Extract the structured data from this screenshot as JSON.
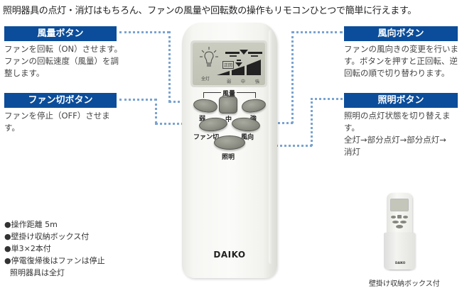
{
  "headline": "照明器具の点灯・消灯はもちろん、ファンの風量や回転数の操作もリモコンひとつで簡単に行えます。",
  "colors": {
    "banner": "#0b4d9a",
    "dotted_line": "#7aa3d1",
    "button": "#8c8e84"
  },
  "callouts": [
    {
      "id": "wind-volume",
      "title": "風量ボタン",
      "desc": [
        "ファンを回転（ON）させます。",
        "ファンの回転速度（風量）を調",
        "整します。"
      ]
    },
    {
      "id": "fan-off",
      "title": "ファン切ボタン",
      "desc": [
        "ファンを停止（OFF）させます。"
      ]
    },
    {
      "id": "wind-direction",
      "title": "風向ボタン",
      "desc": [
        "ファンの風向きの変更を行いま",
        "す。ボタンを押すと正回転、逆",
        "回転の順で切り替わります。"
      ]
    },
    {
      "id": "lighting",
      "title": "照明ボタン",
      "desc": [
        "照明の点灯状態を切り替えます。",
        "全灯→部分点灯→部分点灯→",
        "消灯"
      ]
    }
  ],
  "remote": {
    "brand": "DAIKO",
    "lcd": {
      "light_label": "全灯",
      "mode_label": "正回",
      "speed_labels": [
        "弱",
        "中",
        "強"
      ]
    },
    "group_label": "風量",
    "buttons": {
      "weak": "弱",
      "medium": "中",
      "strong": "強",
      "fan_off": "ファン切",
      "direction": "風向",
      "light": "照明"
    }
  },
  "specs": [
    "●操作距離 5m",
    "●壁掛け収納ボックス付",
    "●単3×2本付",
    "●停電復帰後はファンは停止",
    "照明器具は全灯"
  ],
  "mini_remote": {
    "caption": "壁掛け収納ボックス付",
    "brand": "DAIKO"
  }
}
